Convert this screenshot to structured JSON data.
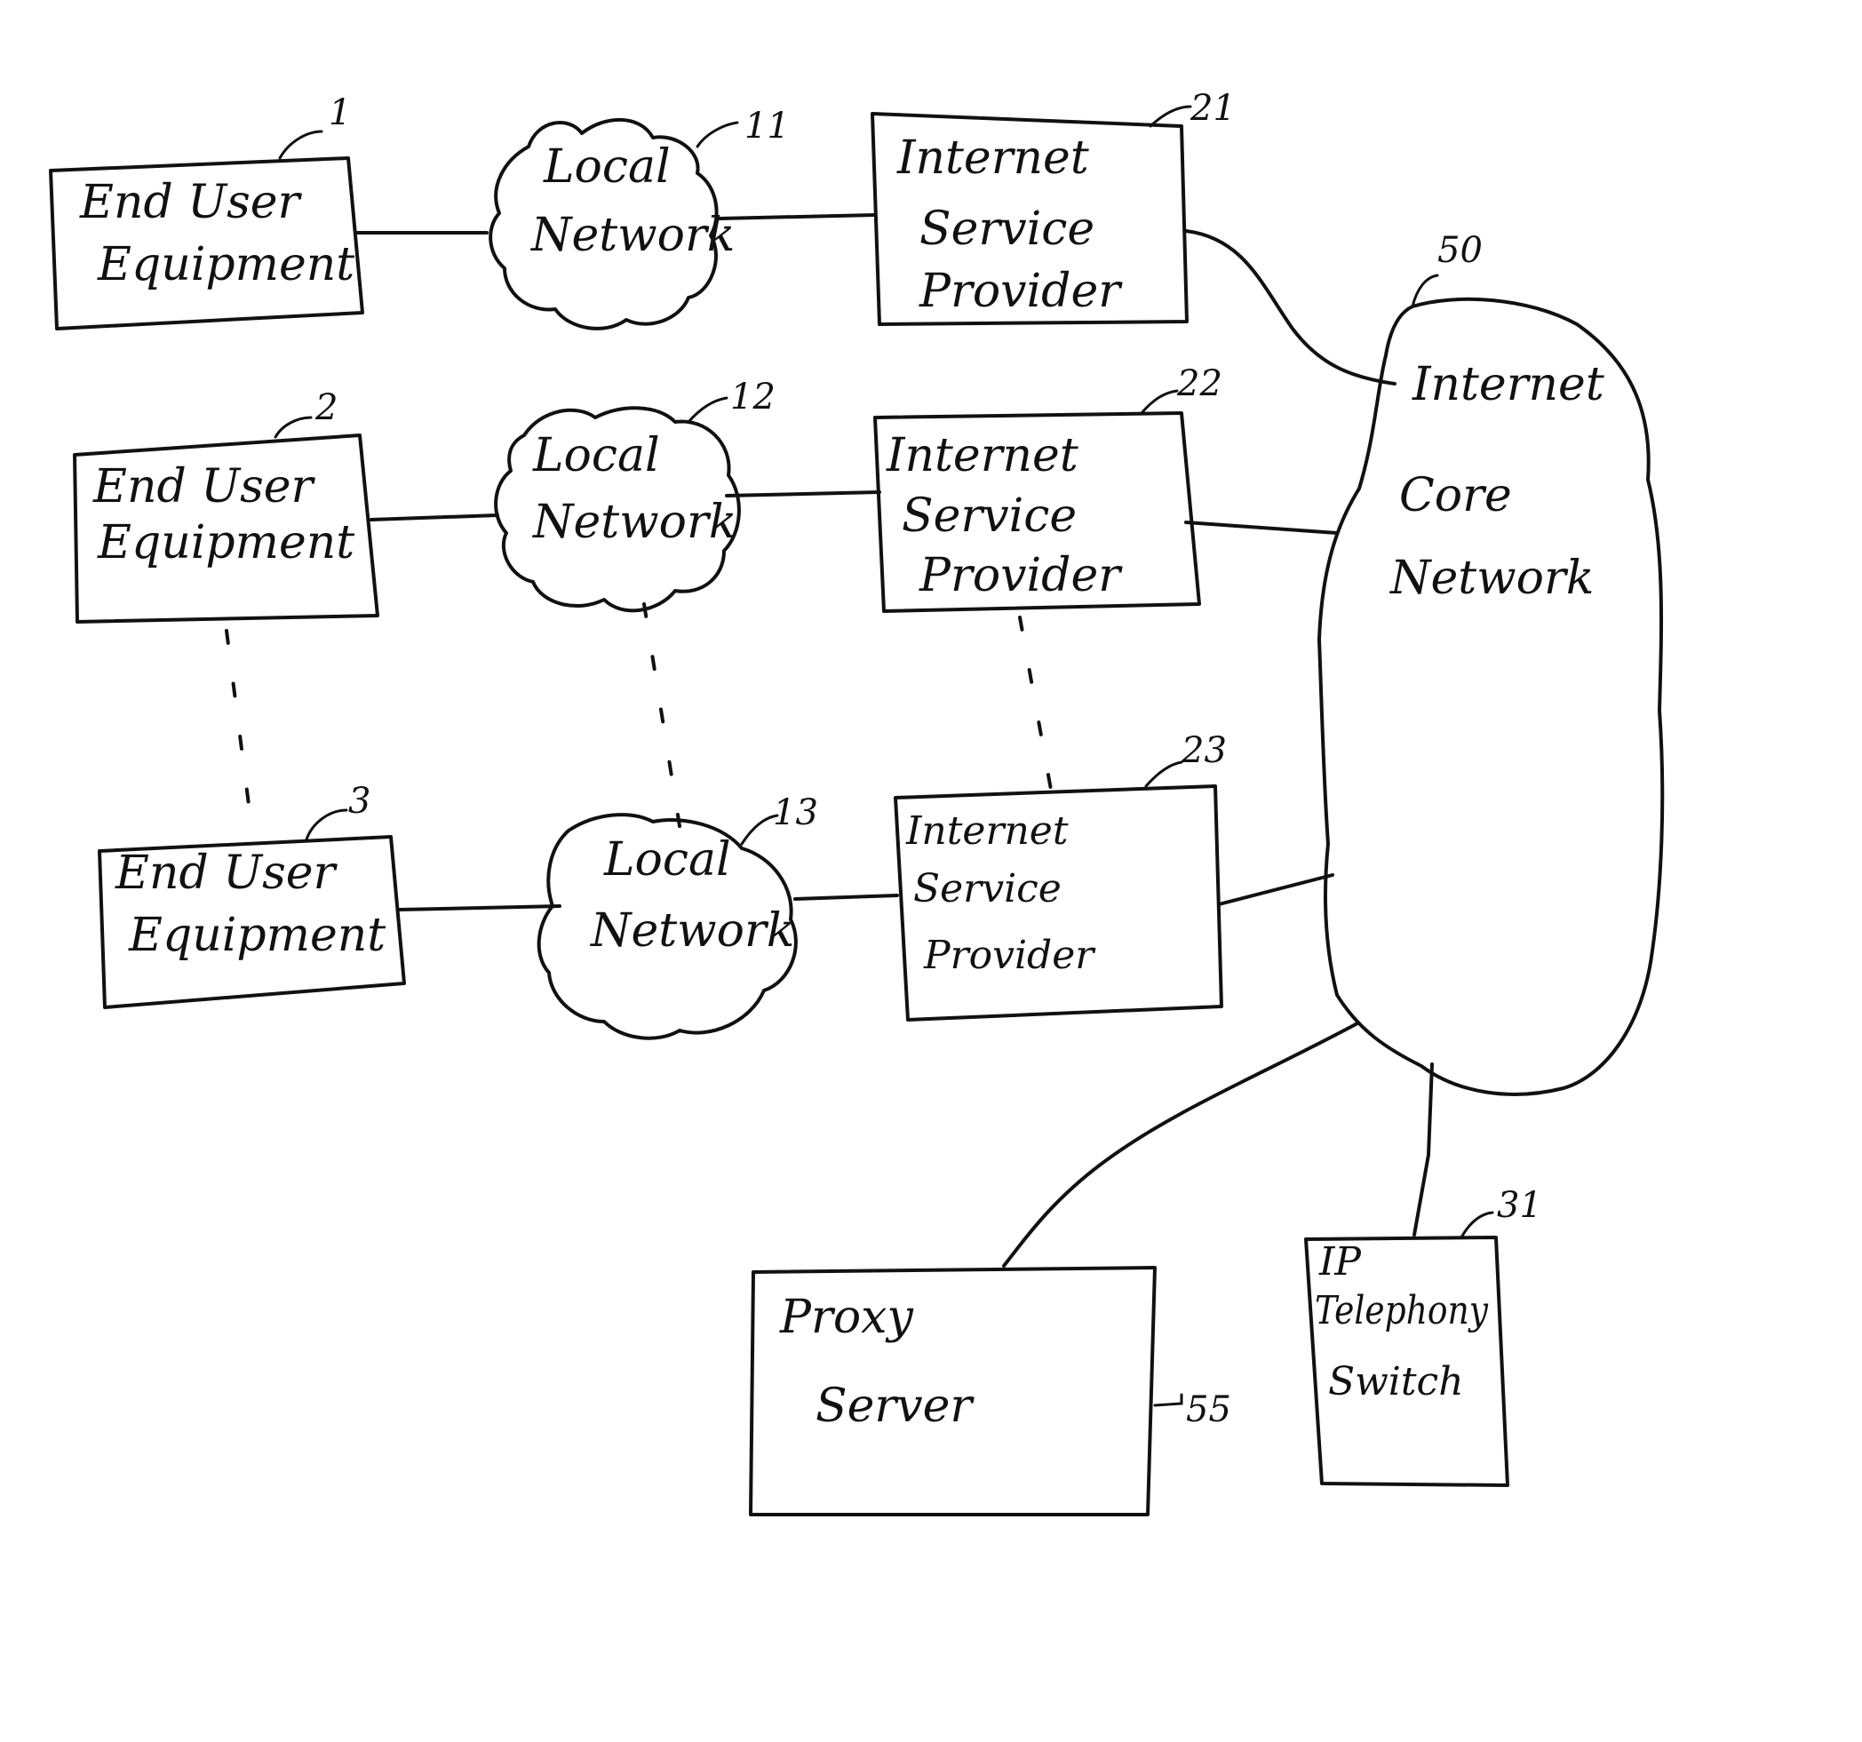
{
  "end_users": [
    {
      "ref": "1",
      "line1": "End User",
      "line2": "Equipment"
    },
    {
      "ref": "2",
      "line1": "End User",
      "line2": "Equipment"
    },
    {
      "ref": "3",
      "line1": "End User",
      "line2": "Equipment"
    }
  ],
  "local_networks": [
    {
      "ref": "11",
      "line1": "Local",
      "line2": "Network"
    },
    {
      "ref": "12",
      "line1": "Local",
      "line2": "Network"
    },
    {
      "ref": "13",
      "line1": "Local",
      "line2": "Network"
    }
  ],
  "isps": [
    {
      "ref": "21",
      "line1": "Internet",
      "line2": "Service",
      "line3": "Provider"
    },
    {
      "ref": "22",
      "line1": "Internet",
      "line2": "Service",
      "line3": "Provider"
    },
    {
      "ref": "23",
      "line1": "Internet",
      "line2": "Service",
      "line3": "Provider"
    }
  ],
  "core": {
    "ref": "50",
    "line1": "Internet",
    "line2": "Core",
    "line3": "Network"
  },
  "proxy": {
    "ref": "55",
    "line1": "Proxy",
    "line2": "Server"
  },
  "switch": {
    "ref": "31",
    "line1": "IP",
    "line2": "Telephony",
    "line3": "Switch"
  }
}
